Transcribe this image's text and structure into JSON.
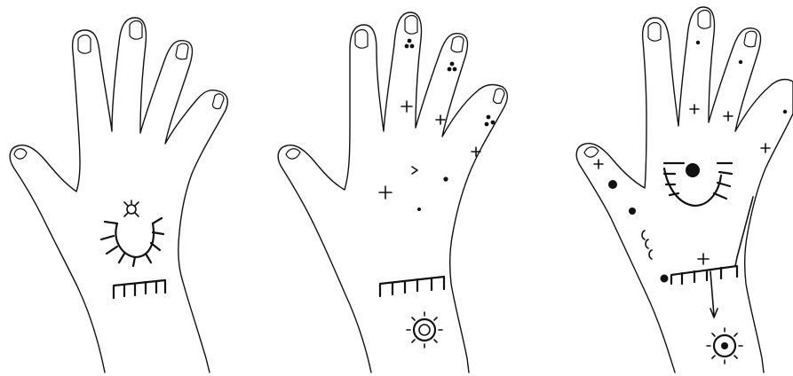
{
  "colors": {
    "background": "#ffffff",
    "ink": "#111111"
  },
  "panels": [
    {
      "id": "left",
      "symbols": [
        "sun-eye-symbol",
        "crescent-comb-symbol",
        "wrist-comb-symbol"
      ]
    },
    {
      "id": "middle",
      "symbols": [
        "dot-triangles",
        "cross-marks",
        "wrist-comb-symbol",
        "sun-circle-symbol"
      ]
    },
    {
      "id": "right",
      "symbols": [
        "eye-comb-symbol",
        "dots-and-crosses",
        "staff-symbol",
        "sun-circle-symbol"
      ]
    }
  ]
}
